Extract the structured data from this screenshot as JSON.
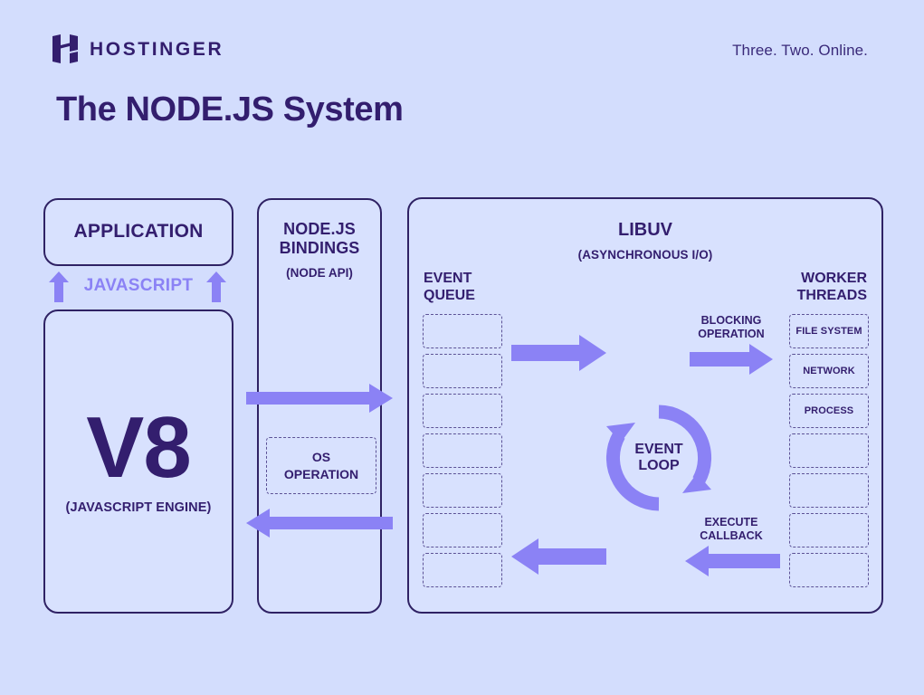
{
  "header": {
    "brand_name": "HOSTINGER",
    "brand_logo_icon": "hostinger-h-logo",
    "tagline": "Three. Two. Online.",
    "title": "The NODE.JS System"
  },
  "theme": {
    "background": "#d3ddfd",
    "panel_fill": "#d8e1fe",
    "border": "#2f2264",
    "text": "#331e6e",
    "accent_purple": "#8b82f5",
    "dashed_border": "#5c5296"
  },
  "diagram": {
    "application": {
      "title": "APPLICATION"
    },
    "javascript_bridge": {
      "label": "JAVASCRIPT",
      "left_arrow_icon": "arrow-up-icon",
      "right_arrow_icon": "arrow-up-icon"
    },
    "v8": {
      "title": "V8",
      "subtitle": "(JAVASCRIPT ENGINE)"
    },
    "bindings": {
      "title": "NODE.JS\nBINDINGS",
      "title_line1": "NODE.JS",
      "title_line2": "BINDINGS",
      "subtitle": "(NODE API)",
      "os_operation_line1": "OS",
      "os_operation_line2": "OPERATION"
    },
    "bridge_arrows": {
      "to_libuv_icon": "arrow-right-icon",
      "from_libuv_icon": "arrow-left-icon"
    },
    "libuv": {
      "title": "LIBUV",
      "subtitle": "(ASYNCHRONOUS I/O)",
      "event_queue": {
        "heading_line1": "EVENT",
        "heading_line2": "QUEUE",
        "slots": [
          "",
          "",
          "",
          "",
          "",
          "",
          ""
        ]
      },
      "worker_threads": {
        "heading_line1": "WORKER",
        "heading_line2": "THREADS",
        "slots": [
          "FILE SYSTEM",
          "NETWORK",
          "PROCESS",
          "",
          "",
          "",
          ""
        ]
      },
      "event_loop": {
        "label_line1": "EVENT",
        "label_line2": "LOOP",
        "icon": "circular-arrow-loop-icon"
      },
      "flows": {
        "queue_to_loop_icon": "arrow-right-icon",
        "loop_to_queue_icon": "arrow-left-icon",
        "blocking_operation_line1": "BLOCKING",
        "blocking_operation_line2": "OPERATION",
        "blocking_operation_icon": "arrow-right-icon",
        "execute_callback_line1": "EXECUTE",
        "execute_callback_line2": "CALLBACK",
        "execute_callback_icon": "arrow-left-icon"
      }
    }
  }
}
